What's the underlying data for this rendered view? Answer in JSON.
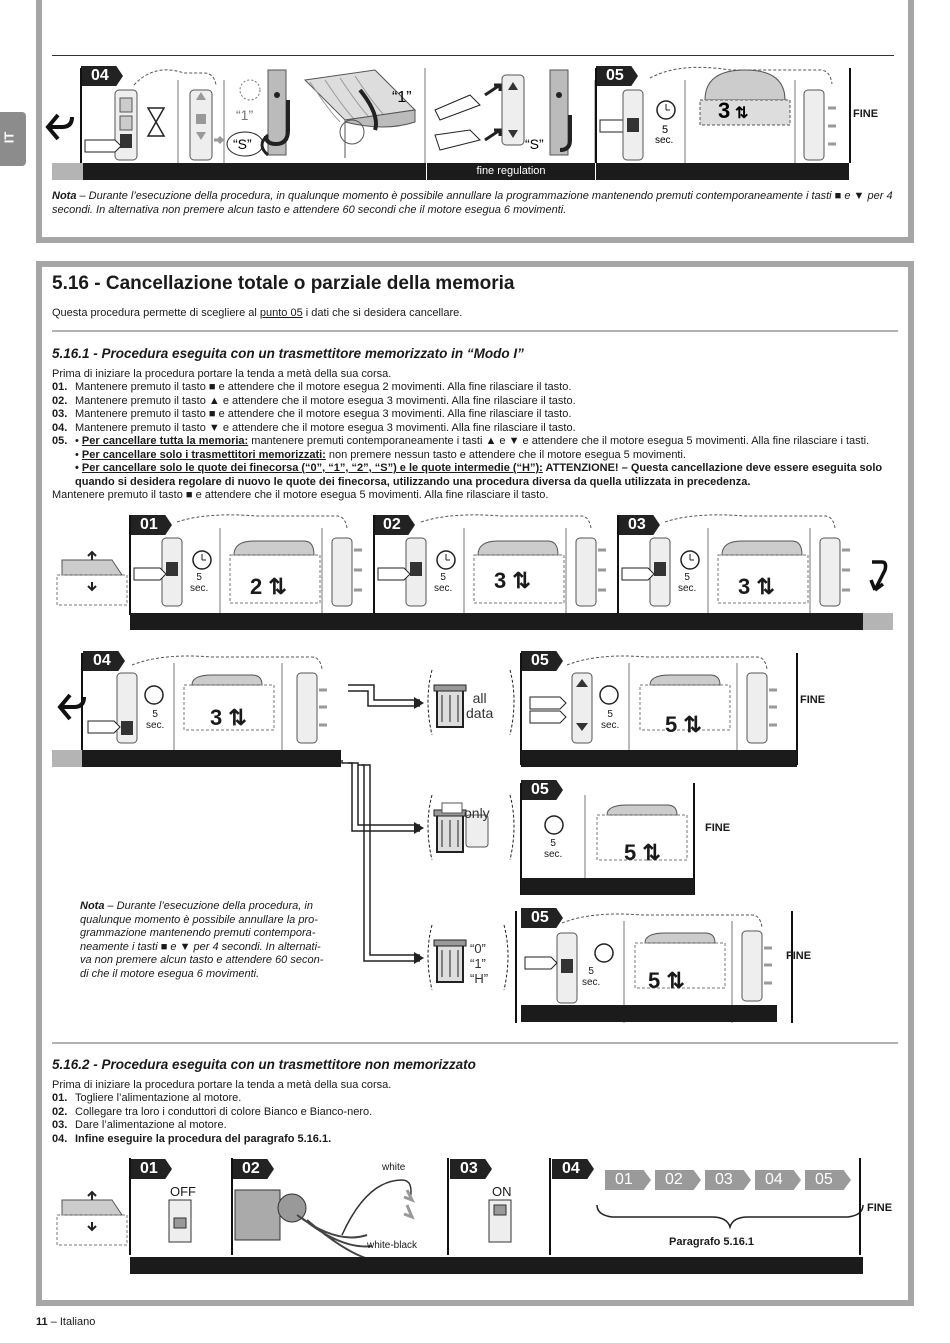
{
  "side_tab": "IT",
  "top_section": {
    "step_04": "04",
    "step_05": "05",
    "label_1": "“1”",
    "label_1_small": "“1”",
    "label_s_left": "“S”",
    "label_s_right": "“S”",
    "display": "3",
    "sec_num": "5",
    "sec_unit": "sec.",
    "fine": "FINE",
    "bar_label": "fine regulation",
    "note_lead": "Nota",
    "note_text": " – Durante l’esecuzione della procedura, in qualunque momento è possibile annullare la programmazione mantenendo premuti contemporaneamente i tasti ■ e ▼ per 4 secondi. In alternativa non premere alcun tasto e attendere 60 secondi che il motore esegua 6 movimenti."
  },
  "section": {
    "title": "5.16 - Cancellazione totale o parziale della memoria",
    "intro_pre": "Questa procedura permette di scegliere al ",
    "intro_link": "punto 05",
    "intro_post": " i dati che si desidera cancellare."
  },
  "sub1": {
    "title": "5.16.1 - Procedura eseguita con un trasmettitore memorizzato in “Modo I”",
    "pre": "Prima di iniziare la procedura portare la tenda a metà della sua corsa.",
    "steps": [
      {
        "n": "01.",
        "t": "Mantenere premuto il tasto ■ e attendere che il motore esegua 2 movimenti. Alla fine rilasciare il tasto."
      },
      {
        "n": "02.",
        "t": "Mantenere premuto il tasto ▲ e attendere che il motore esegua 3 movimenti. Alla fine rilasciare il tasto."
      },
      {
        "n": "03.",
        "t": "Mantenere premuto il tasto ■ e attendere che il motore esegua 3 movimenti. Alla fine rilasciare il tasto."
      },
      {
        "n": "04.",
        "t": "Mantenere premuto il tasto ▼ e attendere che il motore esegua 3 movimenti. Alla fine rilasciare il tasto."
      }
    ],
    "step05_n": "05.",
    "opt1_u": "Per cancellare tutta la memoria:",
    "opt1_t": " mantenere premuti contemporaneamente i tasti ▲ e ▼ e attendere che il motore esegua 5 movimenti. Alla fine rilasciare i tasti.",
    "opt2_u": "Per cancellare solo i trasmettitori memorizzati:",
    "opt2_t": " non premere nessun tasto e attendere che il motore esegua 5 movimenti.",
    "opt3_u": "Per cancellare solo le quote dei finecorsa (“0”, “1”, “2”, “S”) e le quote intermedie (“H”):",
    "opt3_t": " ATTENZIONE! – Questa cancellazione deve essere eseguita solo quando si desidera regolare di nuovo le quote dei finecorsa, utilizzando una procedura diversa da quella utilizzata in precedenza.",
    "opt3_tail": "Mantenere premuto il tasto ■ e attendere che il motore esegua 5 movimenti. Alla fine rilasciare il tasto."
  },
  "diagram2": {
    "steps": [
      "01",
      "02",
      "03"
    ],
    "displays": [
      "2",
      "3",
      "3"
    ],
    "sec_num": "5",
    "sec_unit": "sec."
  },
  "diagram3": {
    "step_04": "04",
    "step_05": "05",
    "display_04": "3",
    "display_05": "5",
    "sec_num": "5",
    "sec_unit": "sec.",
    "all": "all",
    "data": "data",
    "only": "only",
    "q0": "“0”",
    "q1": "“1”",
    "qh": "“H”",
    "fine": "FINE",
    "note_lead": "Nota",
    "note_lines": [
      " – Durante l’esecuzione della procedura, in",
      "qualunque momento è possibile annullare la pro-",
      "grammazione mantenendo premuti contempora-",
      "neamente i tasti ■ e ▼ per 4 secondi. In alternati-",
      "va non premere alcun tasto e attendere 60 secon-",
      "di che il motore esegua 6 movimenti."
    ]
  },
  "sub2": {
    "title": "5.16.2 - Procedura eseguita con un trasmettitore non memorizzato",
    "pre": "Prima di iniziare la procedura portare la tenda a metà della sua corsa.",
    "steps": [
      {
        "n": "01.",
        "t": "Togliere l’alimentazione al motore."
      },
      {
        "n": "02.",
        "t": "Collegare tra loro i conduttori di colore Bianco e Bianco-nero."
      },
      {
        "n": "03.",
        "t": "Dare l’alimentazione al motore."
      }
    ],
    "step4_n": "04.",
    "step4_t": "Infine eseguire la procedura del paragrafo 5.16.1."
  },
  "diagram4": {
    "steps": [
      "01",
      "02",
      "03",
      "04"
    ],
    "off": "OFF",
    "on": "ON",
    "white": "white",
    "white_black": "white-black",
    "chain": [
      "01",
      "02",
      "03",
      "04",
      "05"
    ],
    "paragrafo": "Paragrafo 5.16.1",
    "fine": "FINE"
  },
  "footer": {
    "page": "11",
    "lang": " – Italiano"
  }
}
